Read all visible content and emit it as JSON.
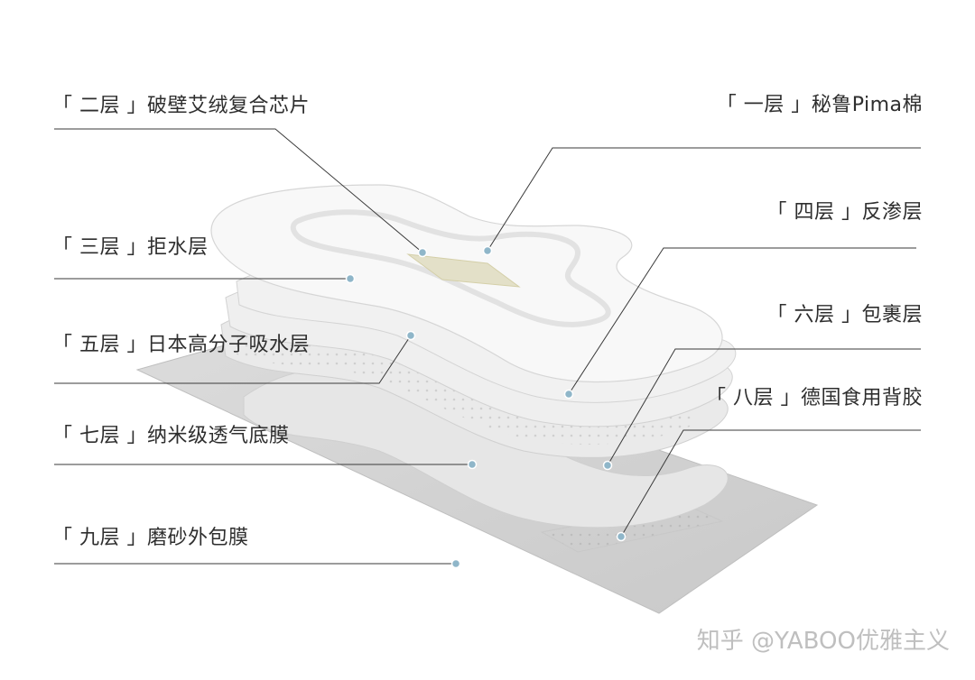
{
  "labels": {
    "layer1": "「 一层 」秘鲁Pima棉",
    "layer2": "「 二层 」破壁艾绒复合芯片",
    "layer3": "「 三层 」拒水层",
    "layer4": "「 四层 」反渗层",
    "layer5": "「 五层 」日本高分子吸水层",
    "layer6": "「 六层 」包裹层",
    "layer7": "「 七层 」纳米级透气底膜",
    "layer8": "「 八层 」德国食用背胶",
    "layer9": "「 九层 」磨砂外包膜"
  },
  "watermark": "知乎 @YABOO优雅主义",
  "colors": {
    "leader_line": "#3a3a3a",
    "dot": "#8fb6c9",
    "layer_fill": "#ececec",
    "top_layer_fill": "#f7f7f7",
    "core_fill": "#e3e0c8"
  }
}
